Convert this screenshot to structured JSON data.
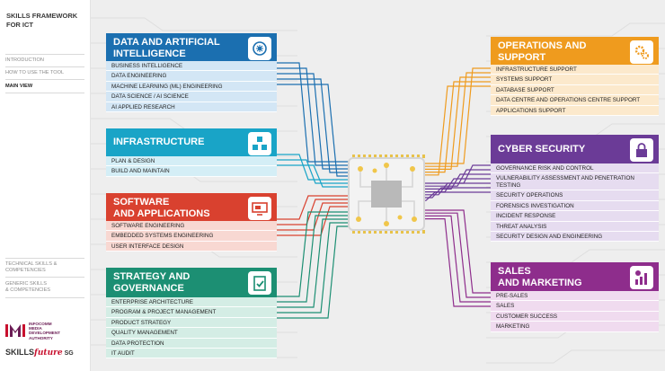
{
  "sidebar": {
    "brand_line1": "SKILLS FRAMEWORK",
    "brand_line2": "FOR ICT",
    "nav": [
      {
        "label": "INTRODUCTION"
      },
      {
        "label": "HOW TO USE THE TOOL"
      },
      {
        "label": "MAIN VIEW"
      }
    ],
    "lower_nav": [
      {
        "label_line1": "TECHNICAL SKILLS &",
        "label_line2": "COMPETENCIES"
      },
      {
        "label_line1": "GENERIC SKILLS",
        "label_line2": "& COMPETENCIES"
      }
    ],
    "logo_imda": {
      "line1": "INFOCOMM",
      "line2": "MEDIA",
      "line3": "DEVELOPMENT",
      "line4": "AUTHORITY"
    },
    "logo_sf": {
      "part1": "SKILLS",
      "part2": "future",
      "part3": "SG"
    }
  },
  "categories": {
    "data_ai": {
      "title_line1": "DATA AND ARTIFICIAL",
      "title_line2": "INTELLIGENCE",
      "color": "#1b6fb0",
      "light": "#d3e6f5",
      "items": [
        "BUSINESS INTELLIGENCE",
        "DATA ENGINEERING",
        "MACHINE LEARNING (ML) ENGINEERING",
        "DATA SCIENCE / AI SCIENCE",
        "AI APPLIED RESEARCH"
      ]
    },
    "infrastructure": {
      "title_line1": "INFRASTRUCTURE",
      "color": "#19a4c7",
      "light": "#d4eef6",
      "items": [
        "PLAN & DESIGN",
        "BUILD AND MAINTAIN"
      ]
    },
    "software": {
      "title_line1": "SOFTWARE",
      "title_line2": "AND APPLICATIONS",
      "color": "#d9412f",
      "light": "#f8d8d2",
      "items": [
        "SOFTWARE ENGINEERING",
        "EMBEDDED SYSTEMS ENGINEERING",
        "USER INTERFACE DESIGN"
      ]
    },
    "strategy": {
      "title_line1": "STRATEGY AND",
      "title_line2": "GOVERNANCE",
      "color": "#1c8f73",
      "light": "#d4ede5",
      "items": [
        "ENTERPRISE ARCHITECTURE",
        "PROGRAM & PROJECT MANAGEMENT",
        "PRODUCT STRATEGY",
        "QUALITY MANAGEMENT",
        "DATA PROTECTION",
        "IT AUDIT"
      ]
    },
    "operations": {
      "title_line1": "OPERATIONS AND",
      "title_line2": "SUPPORT",
      "color": "#ef9b1e",
      "light": "#fce9cc",
      "items": [
        "INFRASTRUCTURE SUPPORT",
        "SYSTEMS SUPPORT",
        "DATABASE SUPPORT",
        "DATA CENTRE AND OPERATIONS CENTRE SUPPORT",
        "APPLICATIONS SUPPORT"
      ]
    },
    "cyber": {
      "title_line1": "CYBER SECURITY",
      "color": "#6b3b97",
      "light": "#e6dcf0",
      "items": [
        "GOVERNANCE RISK AND CONTROL",
        "VULNERABILITY ASSESSMENT AND PENETRATION TESTING",
        "SECURITY OPERATIONS",
        "FORENSICS INVESTIGATION",
        "INCIDENT RESPONSE",
        "THREAT ANALYSIS",
        "SECURITY DESIGN AND ENGINEERING"
      ]
    },
    "sales": {
      "title_line1": "SALES",
      "title_line2": "AND MARKETING",
      "color": "#8e2d8c",
      "light": "#f0dbef",
      "items": [
        "PRE-SALES",
        "SALES",
        "CUSTOMER SUCCESS",
        "MARKETING"
      ]
    }
  }
}
